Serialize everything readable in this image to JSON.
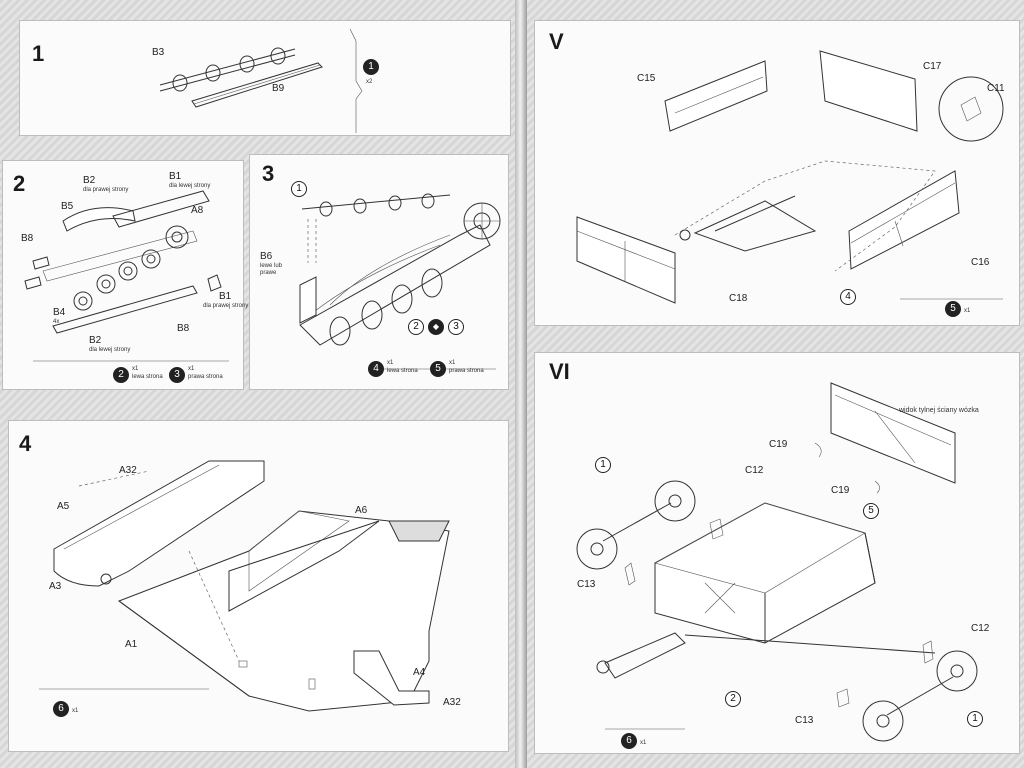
{
  "step1": {
    "number": "1",
    "labels": {
      "b3": "B3",
      "b9": "B9"
    },
    "ref": "1",
    "qty": "x2"
  },
  "step2": {
    "number": "2",
    "labels": {
      "b2_top": "B2",
      "b2_top_note": "dla prawej strony",
      "b1_top": "B1",
      "b1_top_note": "dla lewej strony",
      "b5": "B5",
      "a8": "A8",
      "b8_left": "B8",
      "b8_right": "B8",
      "b4": "B4",
      "b4_qty": "4x",
      "b2_bottom": "B2",
      "b2_bottom_note": "dla lewej strony",
      "b1_right": "B1",
      "b1_right_note": "dla prawej strony"
    },
    "result_left": {
      "ref": "2",
      "qty": "x1",
      "note": "lewa strona"
    },
    "result_right": {
      "ref": "3",
      "qty": "x1",
      "note": "prawa strona"
    }
  },
  "step3": {
    "number": "3",
    "ref_top": "1",
    "b6": "B6",
    "b6_note": "lewe lub prawe",
    "combo_left": "2",
    "combo_right": "3",
    "result_left": {
      "ref": "4",
      "qty": "x1",
      "note": "lewa strona"
    },
    "result_right": {
      "ref": "5",
      "qty": "x1",
      "note": "prawa strona"
    }
  },
  "step4": {
    "number": "4",
    "labels": {
      "a32_top": "A32",
      "a5": "A5",
      "a3": "A3",
      "a1": "A1",
      "a6": "A6",
      "a4": "A4",
      "a32_bottom": "A32"
    },
    "result": {
      "ref": "6",
      "qty": "x1"
    }
  },
  "stepV": {
    "number": "V",
    "labels": {
      "c15": "C15",
      "c17": "C17",
      "c11": "C11",
      "c16": "C16",
      "c18": "C18"
    },
    "ref": "4",
    "result": {
      "ref": "5",
      "qty": "x1"
    }
  },
  "stepVI": {
    "number": "VI",
    "note": "widok tylnej ściany wózka",
    "labels": {
      "c19_top": "C19",
      "c19_bottom": "C19",
      "c12_top": "C12",
      "c13_left": "C13",
      "c12_right": "C12",
      "c13_bottom": "C13"
    },
    "ref_wheel_left": "1",
    "ref_box": "5",
    "ref_axle": "2",
    "ref_wheel_right": "1",
    "result": {
      "ref": "6",
      "qty": "x1"
    }
  }
}
